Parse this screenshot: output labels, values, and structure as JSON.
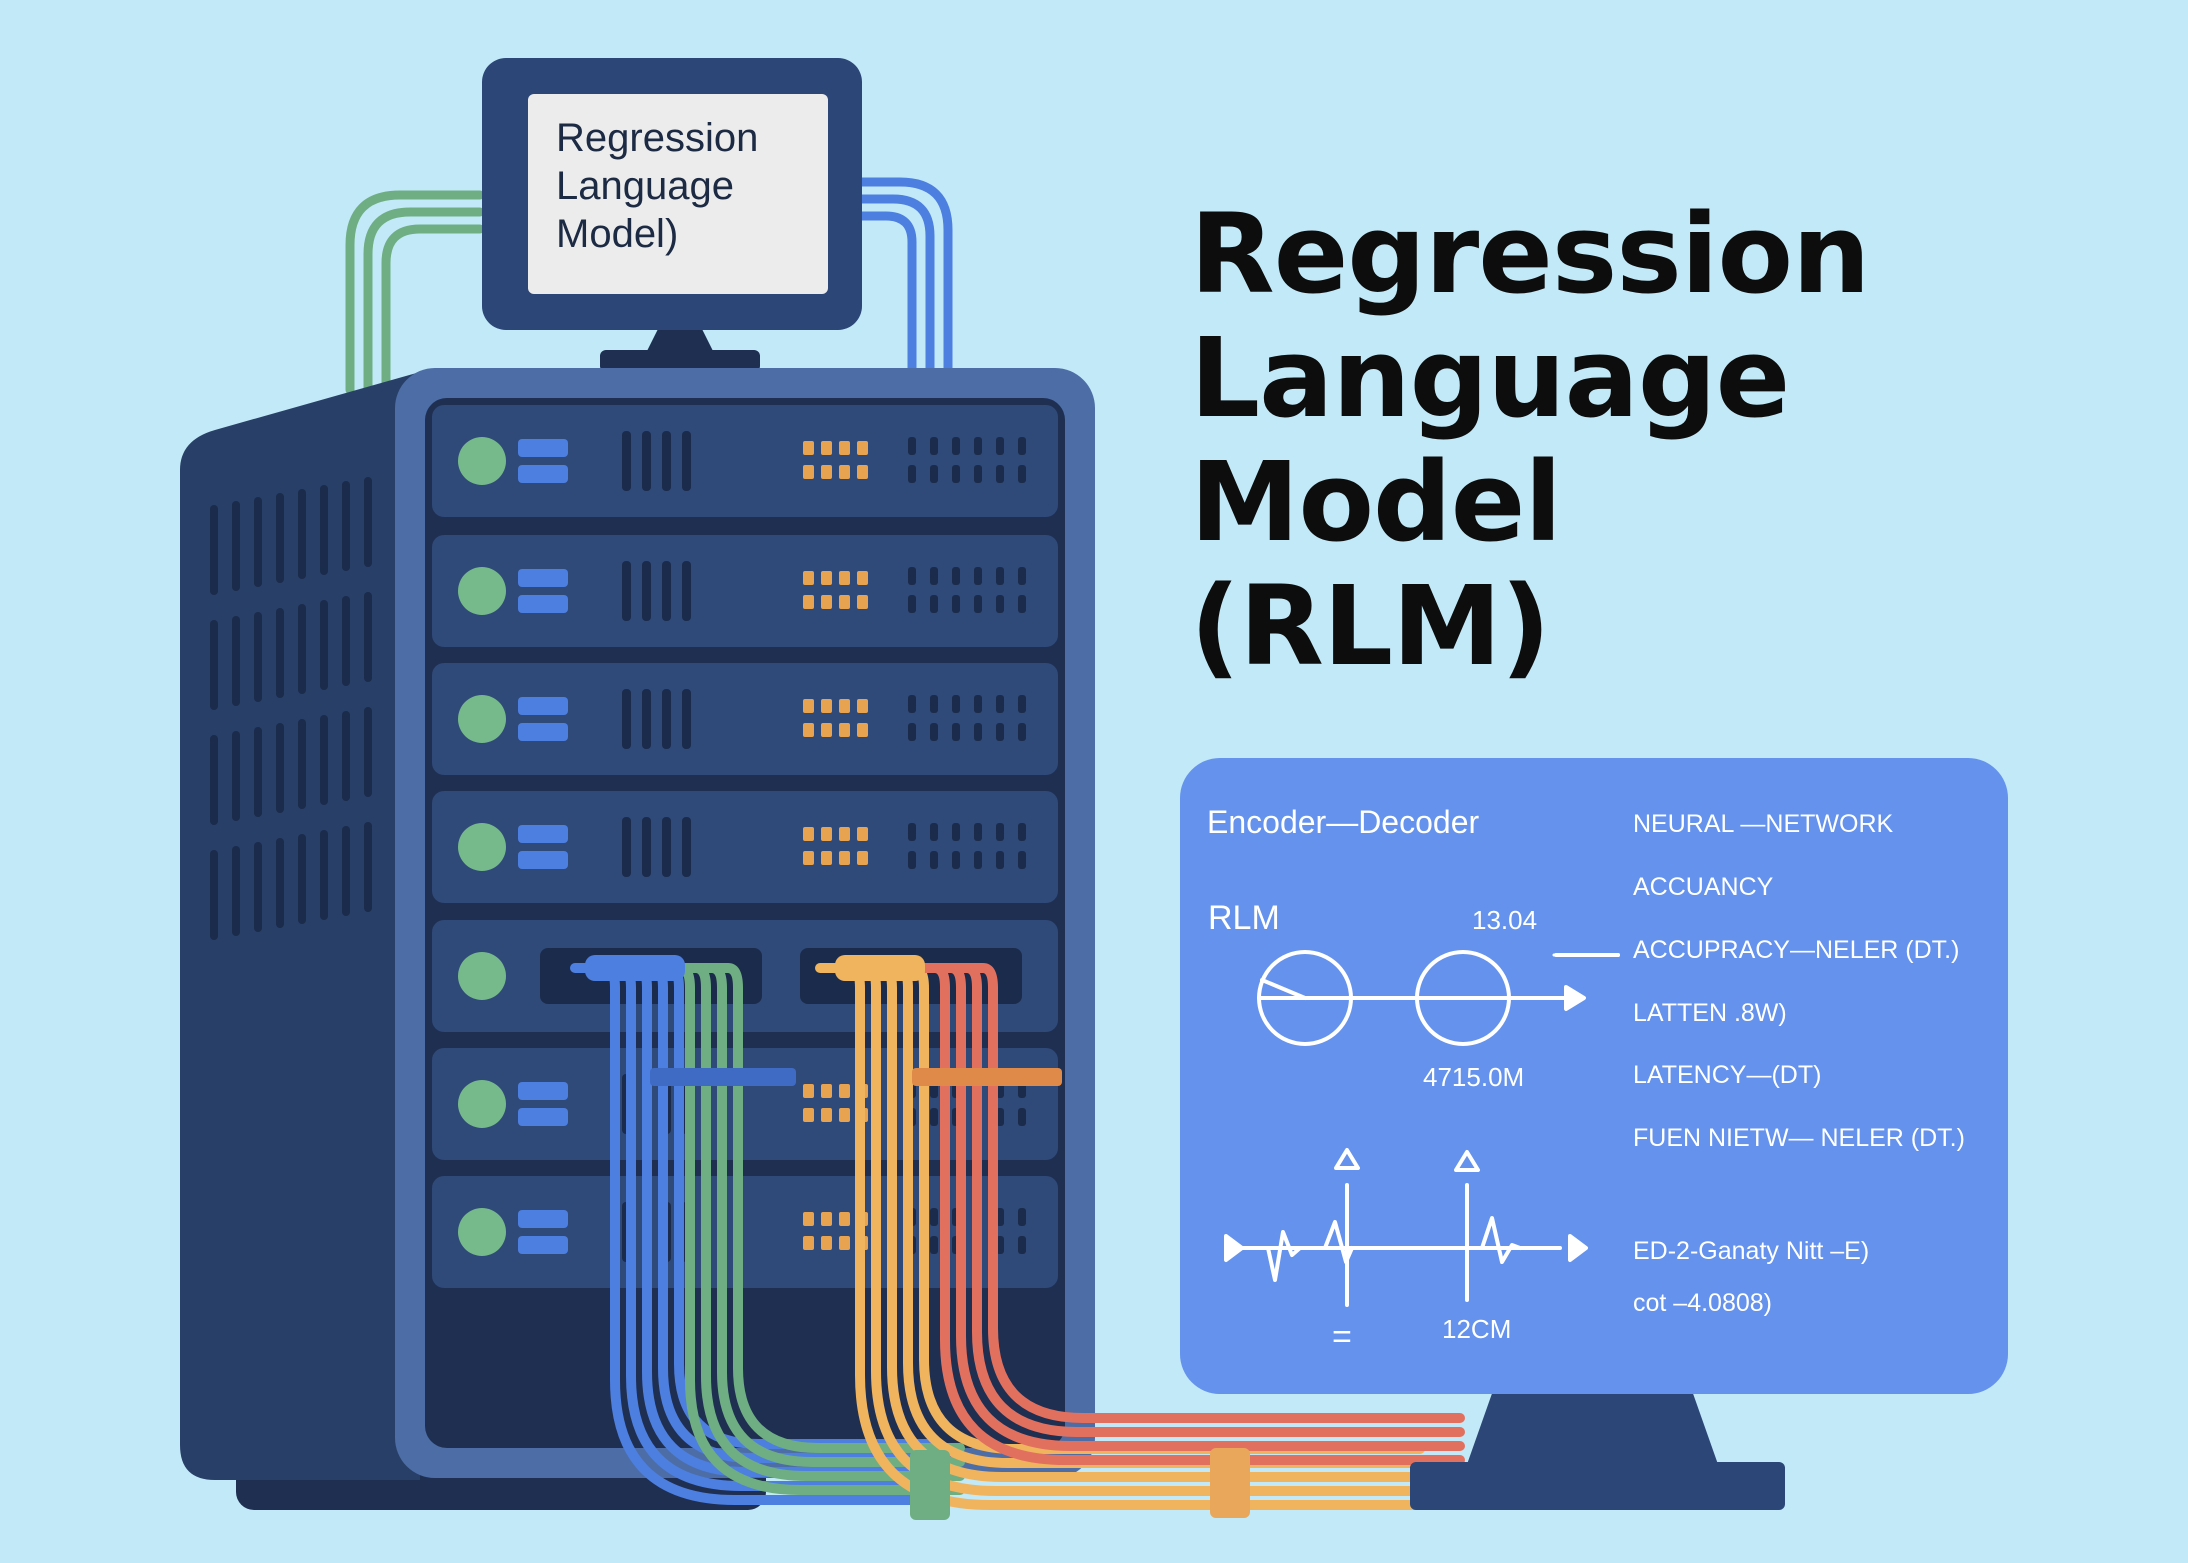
{
  "title_lines": [
    "Regression",
    "Language",
    "Model",
    "(RLM)"
  ],
  "mini_screen_lines": [
    "Regression",
    "Language",
    "Model)"
  ],
  "panel": {
    "header": "Encoder—Decoder",
    "rlm_label": "RLM",
    "value_top": "13.04",
    "value_mid": "4715.0M",
    "value_bottom": "12CM",
    "equals_glyph": "=",
    "right_lines": [
      "NEURAL —NETWORK",
      "ACCUANCY",
      "ACCUPRACY—NELER (DT.)",
      "LATTEN .8W)",
      "LATENCY—(DT)",
      "FUEN NIETW— NELER (DT.)"
    ],
    "bottom_lines": [
      "ED-2-Ganaty Nitt –E)",
      "cot –4.0808)"
    ]
  },
  "colors": {
    "background": "#c2e9f8",
    "rack_body": "#2e4876",
    "rack_side": "#283f68",
    "rack_frame": "#4c6da6",
    "unit": "#2f4a78",
    "unit_inner": "#233a61",
    "led_green": "#76b98b",
    "led_blue": "#4d7fe0",
    "led_orange": "#e7a34f",
    "panel": "#6492ec",
    "cable_blue": "#4d7fe0",
    "cable_green": "#6fae83",
    "cable_yellow": "#f0b45e",
    "cable_red": "#e2705f"
  }
}
